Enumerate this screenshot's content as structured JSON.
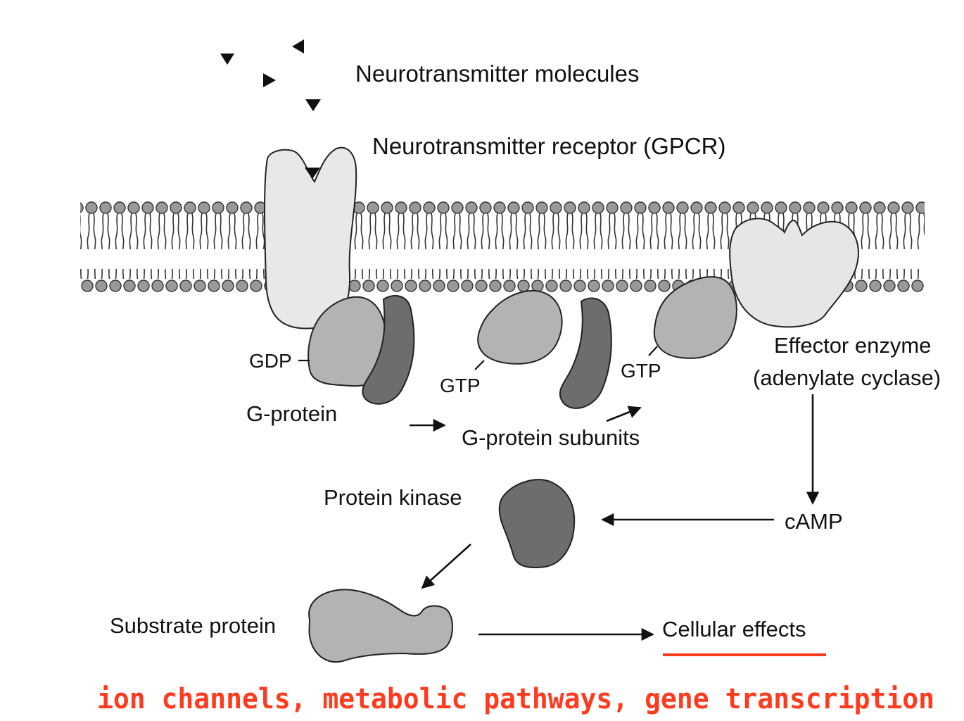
{
  "labels": {
    "neurotransmitter": "Neurotransmitter molecules",
    "receptor": "Neurotransmitter receptor (GPCR)",
    "gdp": "GDP",
    "g_protein": "G-protein",
    "gtp_left": "GTP",
    "gtp_right": "GTP",
    "g_protein_subunits": "G-protein subunits",
    "effector_line1": "Effector enzyme",
    "effector_line2": "(adenylate cyclase)",
    "camp": "cAMP",
    "protein_kinase": "Protein kinase",
    "substrate_protein": "Substrate protein",
    "cellular_effects": "Cellular effects",
    "effects_examples": "ion channels, metabolic pathways, gene transcription"
  },
  "colors": {
    "accent": "#ff3b1f",
    "light_protein": "#e6e6e6",
    "mid_protein": "#b3b3b3",
    "dark_protein": "#6d6d6d",
    "lipid_head": "#999999"
  }
}
